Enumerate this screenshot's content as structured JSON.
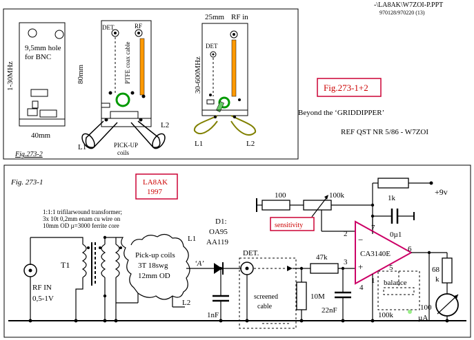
{
  "header": {
    "file_ref": "-\\LA8AK\\W7ZOI-P.PPT",
    "date_ref": "970128/970220 (13)"
  },
  "figure_top": {
    "caption": "Fig.273-2",
    "left_box": {
      "hole_note_line1": "9,5mm hole",
      "hole_note_line2": "for BNC",
      "freq_range": "1-30MHz",
      "height_dim": "80mm",
      "width_dim": "40mm"
    },
    "middle_box": {
      "det_label": "DET",
      "rf_label": "RF",
      "cable_label": "PTFE coax cable",
      "l1_label": "L1",
      "l2_label": "L2",
      "coils_line1": "PICK-UP",
      "coils_line2": "coils"
    },
    "right_box": {
      "width_dim": "25mm",
      "rf_in_label": "RF in",
      "det_label": "DET",
      "freq_range": "30-600MHz",
      "l1_label": "L1",
      "l2_label": "L2"
    }
  },
  "title_block": {
    "fig_label": "Fig.273-1+2",
    "subtitle": "Beyond the ‘GRIDDIPPER’",
    "reference": "REF QST NR 5/86 - W7ZOI"
  },
  "schematic": {
    "caption": "Fig. 273-1",
    "author_line1": "LA8AK",
    "author_line2": "1997",
    "transformer_note": [
      "1:1:1 trifilarwound transformer;",
      "3x 10t 0,2mm enam cu wire on",
      "10mm  OD  µ=3000 ferrite core"
    ],
    "rf_in_line1": "RF IN",
    "rf_in_line2": "0,5-1V",
    "t1_label": "T1",
    "coils_line1": "Pick-up coils",
    "coils_line2": "3T  18swg",
    "coils_line3": "12mm OD",
    "l1_label": "L1",
    "l2_label": "L2",
    "diode_line1": "D1:",
    "diode_line2": "OA95",
    "diode_line3": "AA119",
    "node_a": "‘A’",
    "cap_1nf": "1nF",
    "det_label": "DET.",
    "screened_line1": "screened",
    "screened_line2": "cable",
    "r_47k": "47k",
    "r_10m": "10M",
    "c_22nf": "22nF",
    "r_100": "100",
    "r_100k_pot": "100k",
    "sensitivity_label": "sensitivity",
    "r_1k": "1k",
    "supply": "+9v",
    "c_0u1": "0µ1",
    "opamp_label": "CA3140E",
    "pin_2": "2",
    "pin_3": "3",
    "pin_4": "4",
    "pin_6": "6",
    "pin_7": "7",
    "pin_1": "1",
    "pin_5": "5",
    "minus_sign": "−",
    "plus_sign": "+",
    "balance_label": "balance",
    "balance_pot": "100k",
    "r_68k_line1": "68",
    "r_68k_line2": "k",
    "meter_line1": "100",
    "meter_line2": "µA"
  },
  "colors": {
    "accent_red": "#cc0033",
    "coax_orange": "#ff9900",
    "coil_green": "#009900",
    "loop_olive": "#808000",
    "opamp_magenta": "#cc0066"
  }
}
